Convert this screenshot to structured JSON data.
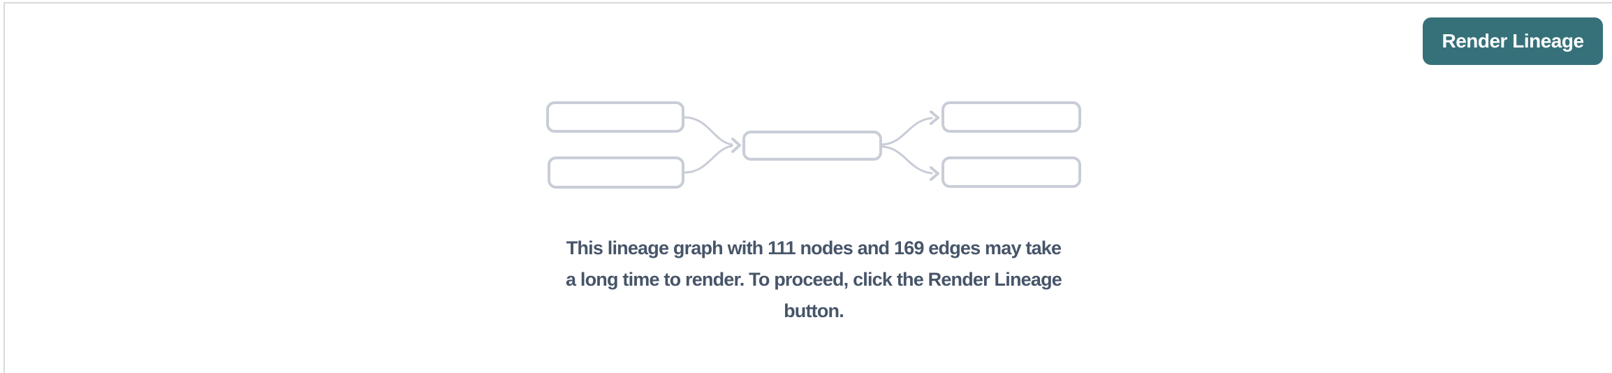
{
  "panel": {
    "background": "#FFFFFF",
    "border_color": "#D9D9DC"
  },
  "toolbar": {
    "render_button": {
      "label": "Render Lineage",
      "background": "#36717A",
      "text_color": "#FFFFFF"
    }
  },
  "empty_state": {
    "message": "This lineage graph with 111 nodes and 169 edges may take a long time to render. To proceed, click the Render Lineage button.",
    "message_lines": [
      "This lineage graph with 111 nodes and 169 edges may take",
      "a long time to render. To proceed, click the Render Lineage",
      "button."
    ],
    "node_count": "111",
    "edge_count": "169",
    "text_color": "#475569"
  },
  "diagram": {
    "name": "lineage-preview-placeholder",
    "node_fill": "#FFFFFF",
    "node_border_color": "#C8CDD7",
    "edge_color": "#C8CDD7"
  }
}
